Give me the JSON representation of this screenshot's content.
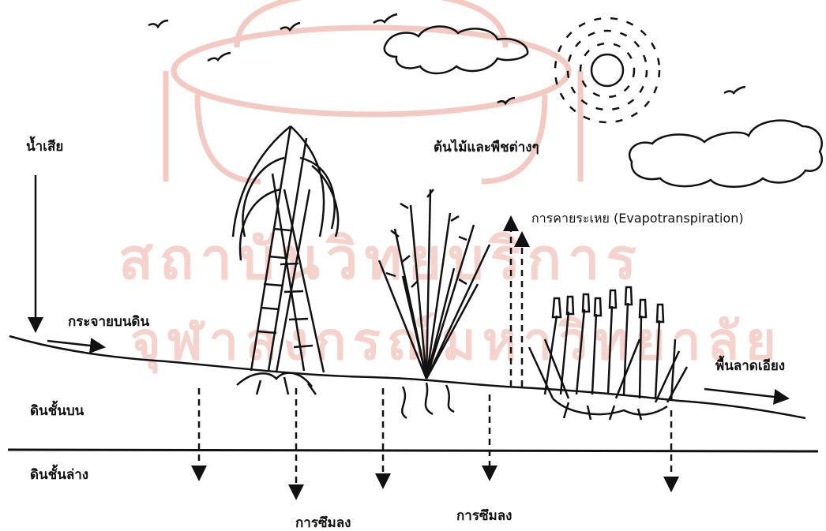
{
  "labels": {
    "wastewater": "น้ำเสีย",
    "spread_on_soil": "กระจายบนดิน",
    "plants": "ต้นไม้และพืชต่างๆ",
    "evapotranspiration": "การคายระเหย (Evapotranspiration)",
    "sloped_ground": "พื้นลาดเอียง",
    "topsoil": "ดินชั้นบน",
    "subsoil": "ดินชั้นล่าง",
    "infiltration_1": "การซึมลง",
    "infiltration_2": "การซึมลง"
  },
  "watermark": {
    "line1": "สถาบันวิทยบริการ",
    "line2": "จุฬาลงกรณ์มหาวิทยาลัย"
  },
  "colors": {
    "ink": "#111111",
    "watermark": "#f6d2cc"
  },
  "icons": [
    "sun-icon",
    "cloud-icon",
    "bird-icon",
    "sugarcane-plant-icon",
    "bush-plant-icon",
    "cattail-plant-icon"
  ]
}
